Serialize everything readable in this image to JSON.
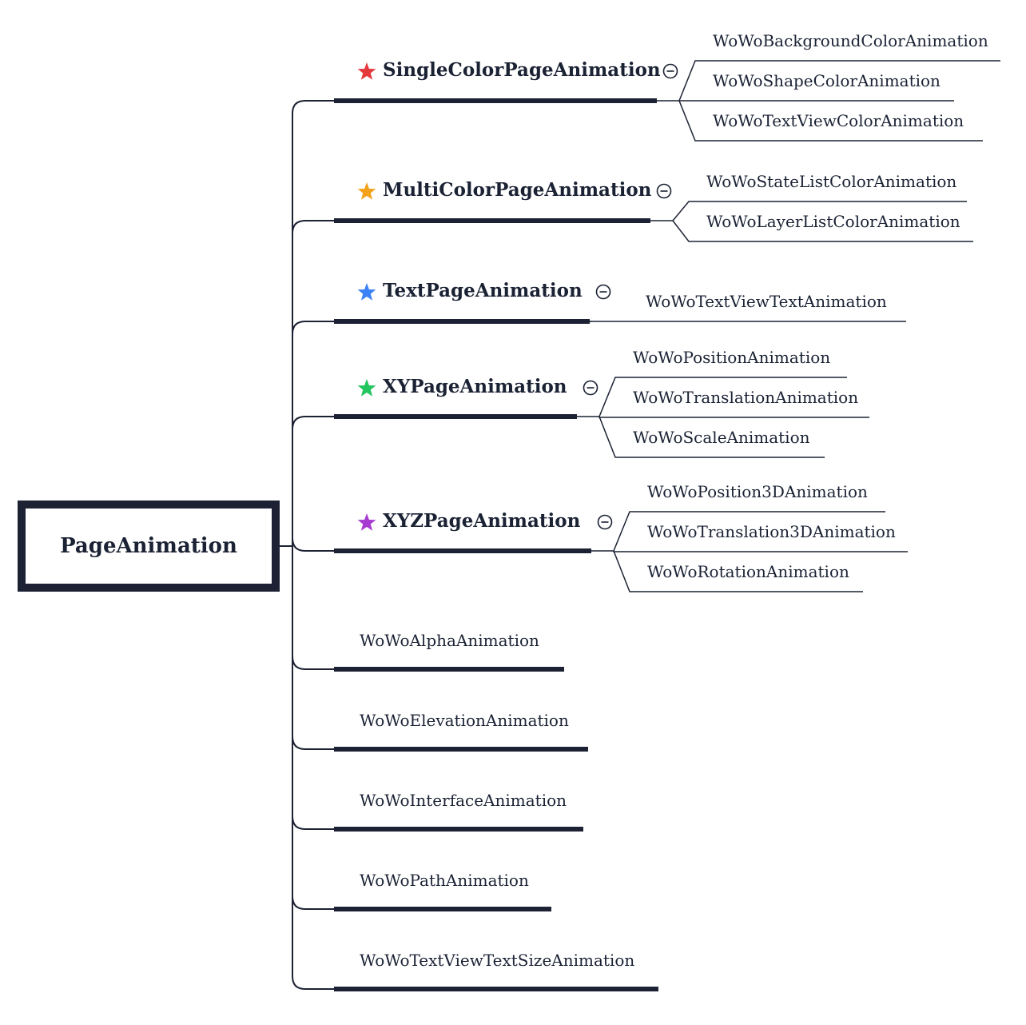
{
  "root": {
    "label": "PageAnimation"
  },
  "topics": [
    {
      "label": "SingleColorPageAnimation",
      "star_color": "#e5383b",
      "collapsible": true,
      "children": [
        "WoWoBackgroundColorAnimation",
        "WoWoShapeColorAnimation",
        "WoWoTextViewColorAnimation"
      ]
    },
    {
      "label": "MultiColorPageAnimation",
      "star_color": "#f4a21b",
      "collapsible": true,
      "children": [
        "WoWoStateListColorAnimation",
        "WoWoLayerListColorAnimation"
      ]
    },
    {
      "label": "TextPageAnimation",
      "star_color": "#3b82f6",
      "collapsible": true,
      "children": [
        "WoWoTextViewTextAnimation"
      ]
    },
    {
      "label": "XYPageAnimation",
      "star_color": "#22c55e",
      "collapsible": true,
      "children": [
        "WoWoPositionAnimation",
        "WoWoTranslationAnimation",
        "WoWoScaleAnimation"
      ]
    },
    {
      "label": "XYZPageAnimation",
      "star_color": "#a63ad1",
      "collapsible": true,
      "children": [
        "WoWoPosition3DAnimation",
        "WoWoTranslation3DAnimation",
        "WoWoRotationAnimation"
      ]
    },
    {
      "label": "WoWoAlphaAnimation",
      "children": []
    },
    {
      "label": "WoWoElevationAnimation",
      "children": []
    },
    {
      "label": "WoWoInterfaceAnimation",
      "children": []
    },
    {
      "label": "WoWoPathAnimation",
      "children": []
    },
    {
      "label": "WoWoTextViewTextSizeAnimation",
      "children": []
    }
  ],
  "colors": {
    "line": "#1c2233"
  }
}
